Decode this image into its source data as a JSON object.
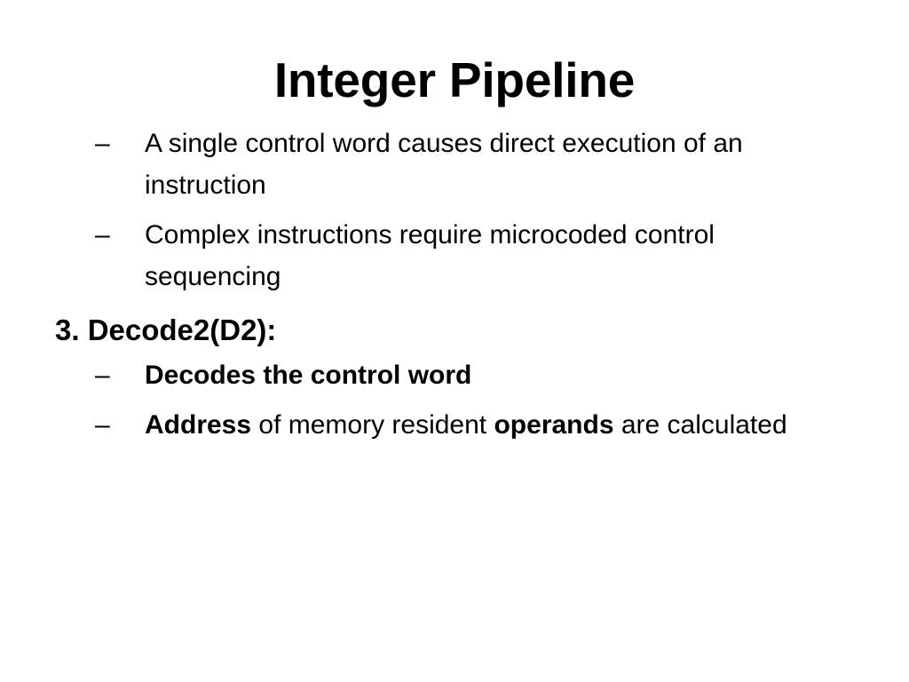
{
  "slide": {
    "title": "Integer Pipeline",
    "background_color": "#ffffff",
    "text_color": "#000000",
    "bullet_marker": "–",
    "content": [
      {
        "kind": "bullet",
        "level": 2,
        "bold": false,
        "text": "A single control word causes direct execution of an instruction"
      },
      {
        "kind": "bullet",
        "level": 2,
        "bold": false,
        "text": "Complex instructions require microcoded control sequencing"
      },
      {
        "kind": "heading",
        "level": 1,
        "bold": true,
        "text": "3. Decode2(D2):"
      },
      {
        "kind": "bullet",
        "level": 2,
        "bold": true,
        "text": "Decodes the control word"
      },
      {
        "kind": "bullet",
        "level": 2,
        "bold": false,
        "mixed": true,
        "runs": [
          {
            "text": "Address",
            "bold": true
          },
          {
            "text": " of memory resident ",
            "bold": false
          },
          {
            "text": "operands",
            "bold": true
          },
          {
            "text": " are calculated",
            "bold": false
          }
        ],
        "text": "Address of memory resident operands are calculated"
      }
    ],
    "runs": {
      "address": "Address",
      "of_memory_resident": " of memory resident ",
      "operands": "operands",
      "are_calculated": " are calculated"
    }
  }
}
